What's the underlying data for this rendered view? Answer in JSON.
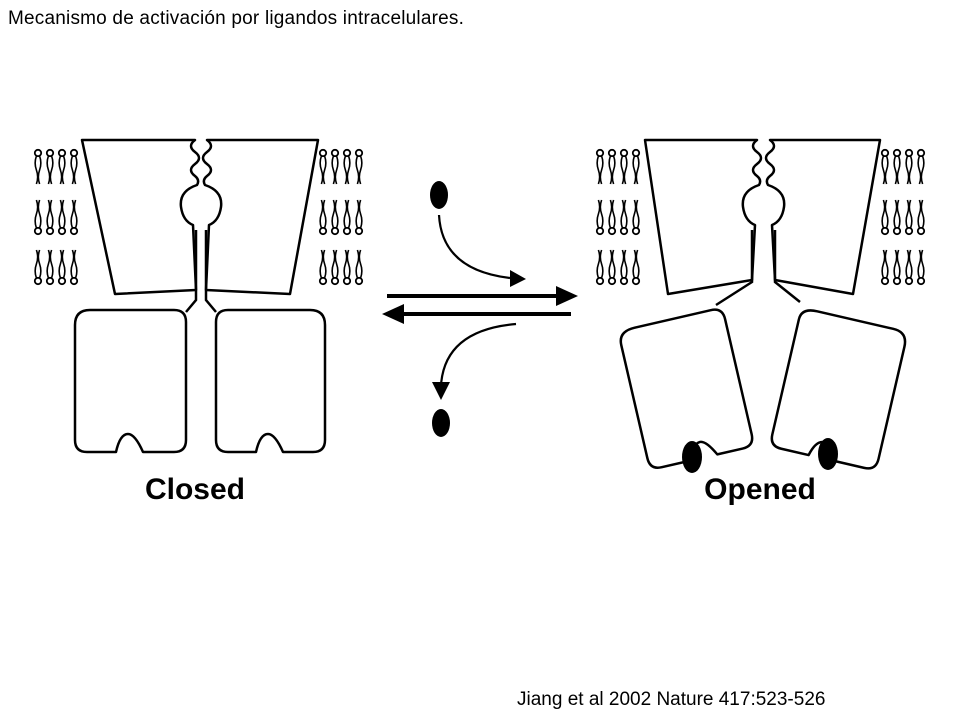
{
  "title": "Mecanismo de activación por ligandos intracelulares.",
  "citation": "Jiang et al 2002 Nature 417:523-526",
  "states": {
    "closed": {
      "label": "Closed"
    },
    "opened": {
      "label": "Opened"
    }
  }
}
